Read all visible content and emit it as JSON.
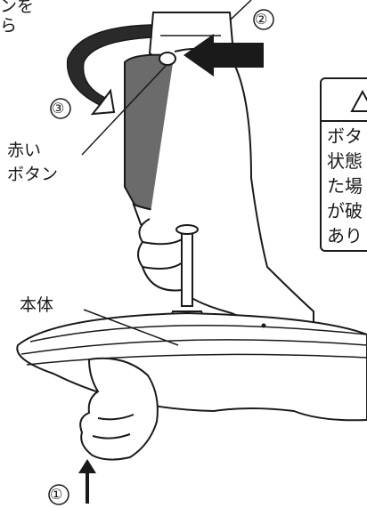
{
  "top_text": [
    "ンを",
    "ら"
  ],
  "steps": {
    "one": "①",
    "two": "②",
    "three": "③"
  },
  "labels": {
    "red_button_line1": "赤い",
    "red_button_line2": "ボタン",
    "main_body": "本体"
  },
  "warning": {
    "icon": "warning-triangle-icon",
    "lines": [
      "ボタ",
      "状態",
      "た場",
      "が破",
      "あり"
    ]
  },
  "colors": {
    "ink": "#1a1a1a",
    "body_dark": "#6b6b6b",
    "arrow_fill": "#1a1a1a"
  }
}
